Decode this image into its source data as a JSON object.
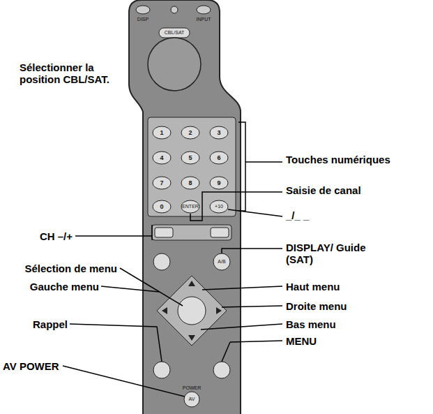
{
  "diagram": {
    "labels": [
      "Sélectionner la position CBL/SAT.",
      "Touches numériques",
      "Saisie de canal",
      "_/_ _",
      "CH –/+",
      "DISPLAY/ Guide (SAT)",
      "Sélection de menu",
      "Haut menu",
      "Gauche menu",
      "Droite menu",
      "Rappel",
      "Bas menu",
      "MENU",
      "AV POWER",
      "DISP",
      "INPUT",
      "CBL/SAT",
      "1",
      "2",
      "3",
      "4",
      "5",
      "6",
      "7",
      "8",
      "9",
      "0",
      "ENTER",
      "+10",
      "A/B",
      "POWER",
      "AV"
    ]
  }
}
